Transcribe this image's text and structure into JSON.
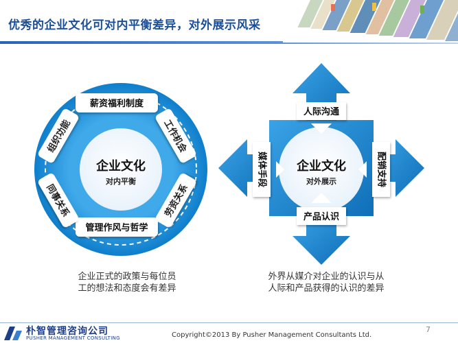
{
  "header": {
    "title": "优秀的企业文化可对内平衡差异，对外展示风采"
  },
  "left_diagram": {
    "center_title": "企业文化",
    "center_sub": "对内平衡",
    "segments": [
      "薪资福利制度",
      "工作机会",
      "劳资关系",
      "管理作风与哲学",
      "同事关系",
      "组织功能"
    ],
    "caption_line1": "企业正式的政策与每位员",
    "caption_line2": "工的想法和态度会有差异"
  },
  "right_diagram": {
    "center_title": "企业文化",
    "center_sub": "对外展示",
    "top_label": "人际沟通",
    "bottom_label": "产品认识",
    "left_label": "媒体手段",
    "right_label": "配销支持",
    "caption_line1": "外界从媒介对企业的认识与从",
    "caption_line2": "人际和产品获得的认识的差异"
  },
  "footer": {
    "page_number": "7",
    "company_cn": "朴智管理咨询公司",
    "company_en": "PUSHER MANAGEMENT CONSULTING",
    "copyright": "Copyright©2013 By Pusher Management Consultants Ltd."
  },
  "colors": {
    "title_blue": "#1b4f99",
    "ring_blue": "#1a8fd9",
    "arrow_blue": "#1e86cf",
    "segment_fill": "#ffffff"
  }
}
